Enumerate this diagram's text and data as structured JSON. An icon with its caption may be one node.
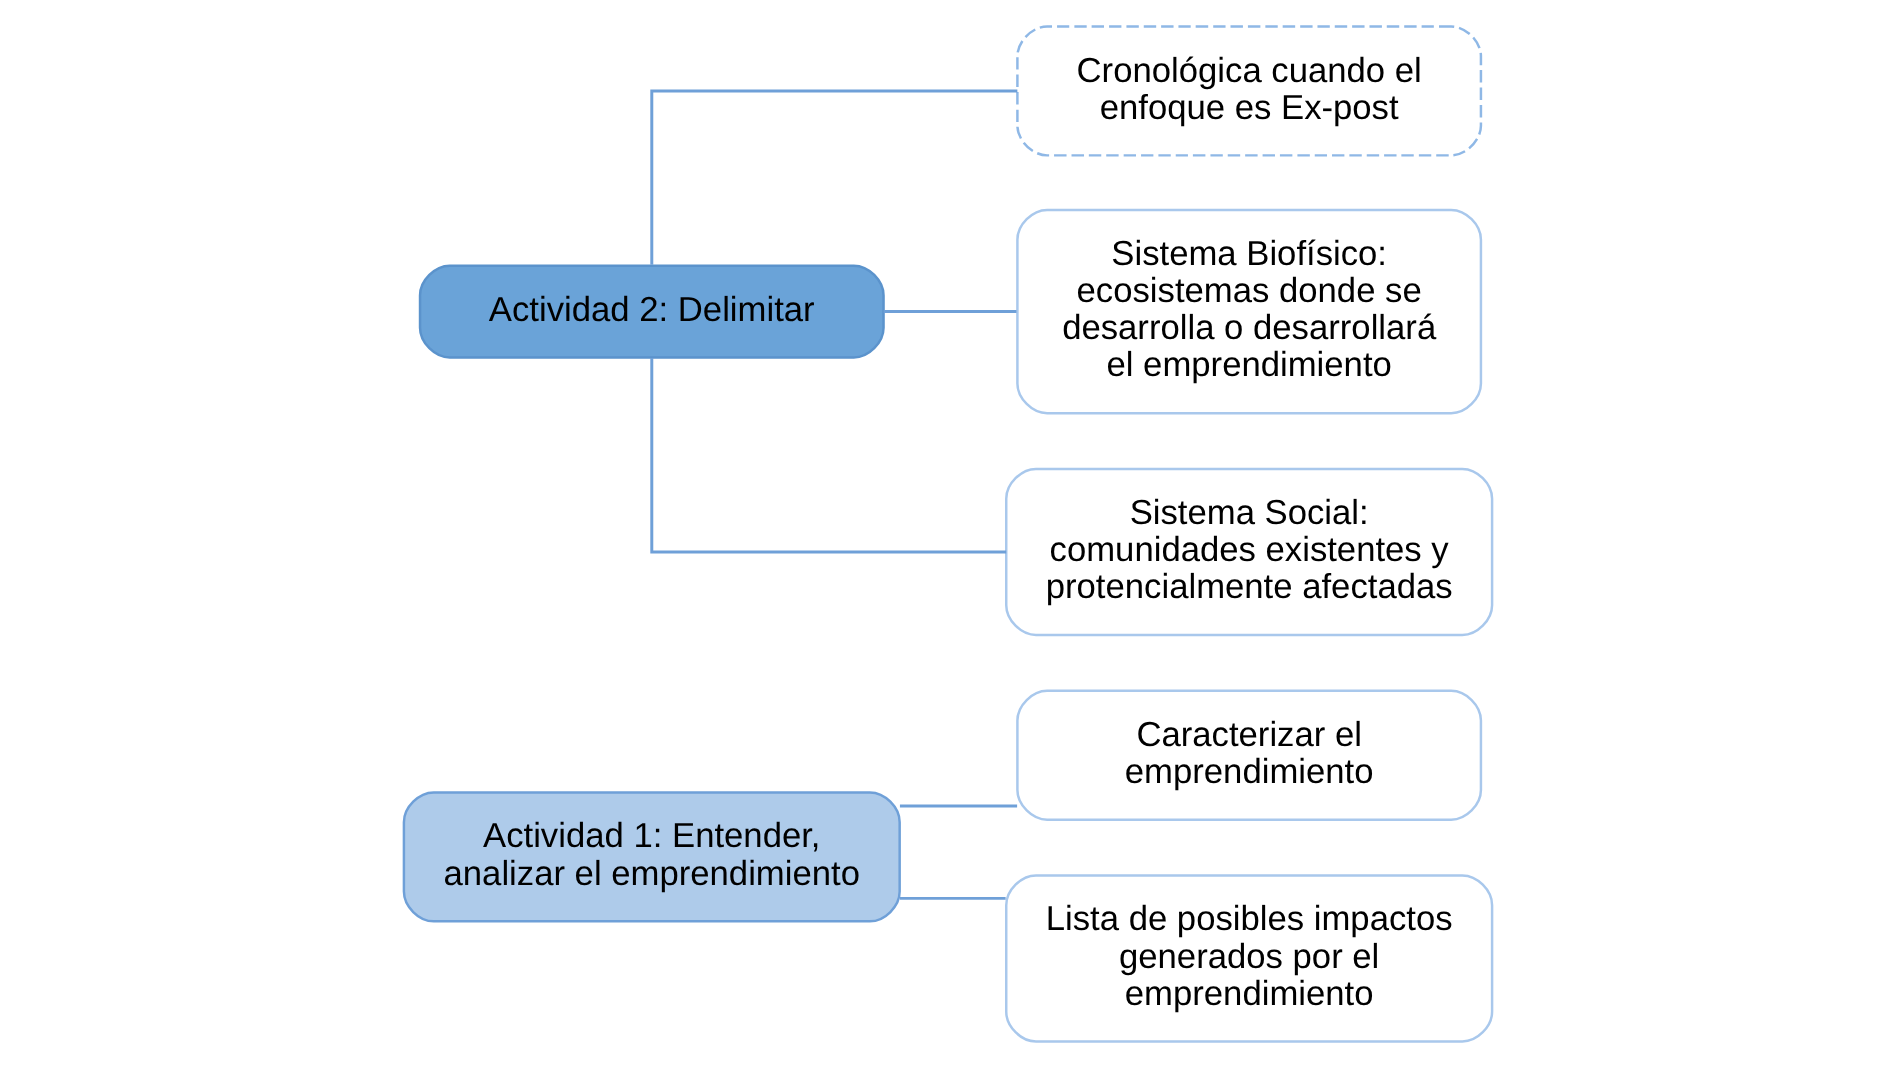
{
  "diagram": {
    "nodes": [
      {
        "text": [
          "Actividad 1: Entender, analizar el emprendimiento"
        ]
      },
      {
        "text": [
          "Actividad 2: Delimitar"
        ]
      },
      {
        "text": [
          "Caracterizar el emprendimiento"
        ]
      },
      {
        "text": [
          "Lista de posibles impactos generados por el emprendimiento"
        ]
      },
      {
        "text": [
          "Cronológica cuando el enfoque es Ex-post"
        ]
      },
      {
        "text": [
          "Sistema Biofísico: ecosistemas donde se desarrolla o desarrollará el emprendimiento"
        ]
      },
      {
        "text": [
          "Sistema Social: comunidades existentes y protencialmente afectadas"
        ]
      }
    ],
    "edges": [
      {
        "from": 0,
        "to": 2,
        "arrow": "none"
      },
      {
        "from": 0,
        "to": 3,
        "arrow": "none"
      },
      {
        "from": 1,
        "to": 4,
        "arrow": "none"
      },
      {
        "from": 1,
        "to": 5,
        "arrow": "none"
      },
      {
        "from": 1,
        "to": 6,
        "arrow": "none"
      }
    ]
  }
}
